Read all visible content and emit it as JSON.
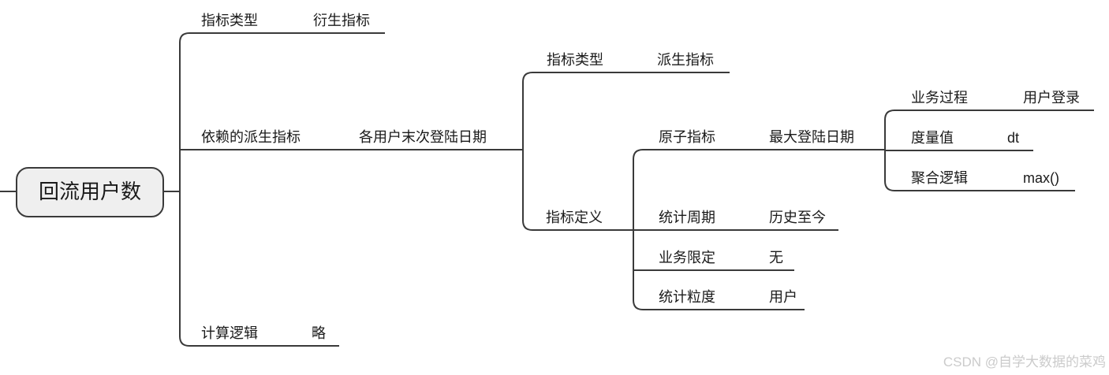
{
  "colors": {
    "line": "#3a3a3a",
    "text": "#1a1a1a",
    "root_fill": "#efefef",
    "watermark_gray": "#cbcbcb",
    "background": "#ffffff"
  },
  "watermark": "CSDN @自学大数据的菜鸡",
  "mindmap": {
    "root": "回流用户数",
    "branches": [
      {
        "label": "指标类型",
        "value": "衍生指标"
      },
      {
        "label": "依赖的派生指标",
        "value": "各用户末次登陆日期",
        "children": [
          {
            "label": "指标类型",
            "value": "派生指标"
          },
          {
            "label": "指标定义",
            "children": [
              {
                "label": "原子指标",
                "value": "最大登陆日期",
                "children": [
                  {
                    "label": "业务过程",
                    "value": "用户登录"
                  },
                  {
                    "label": "度量值",
                    "value": "dt"
                  },
                  {
                    "label": "聚合逻辑",
                    "value": "max()"
                  }
                ]
              },
              {
                "label": "统计周期",
                "value": "历史至今"
              },
              {
                "label": "业务限定",
                "value": "无"
              },
              {
                "label": "统计粒度",
                "value": "用户"
              }
            ]
          }
        ]
      },
      {
        "label": "计算逻辑",
        "value": "略"
      }
    ]
  }
}
